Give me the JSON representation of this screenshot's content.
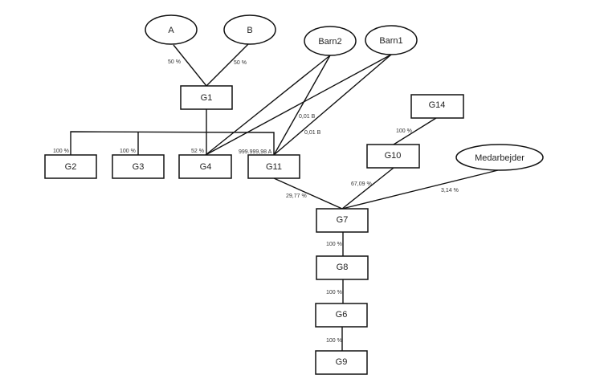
{
  "diagram": {
    "title": "Ownership structure",
    "nodes": {
      "a": {
        "label": "A",
        "shape": "ellipse"
      },
      "b": {
        "label": "B",
        "shape": "ellipse"
      },
      "barn2": {
        "label": "Barn2",
        "shape": "ellipse"
      },
      "barn1": {
        "label": "Barn1",
        "shape": "ellipse"
      },
      "medarbejder": {
        "label": "Medarbejder",
        "shape": "ellipse"
      },
      "g1": {
        "label": "G1",
        "shape": "rect"
      },
      "g2": {
        "label": "G2",
        "shape": "rect"
      },
      "g3": {
        "label": "G3",
        "shape": "rect"
      },
      "g4": {
        "label": "G4",
        "shape": "rect"
      },
      "g11": {
        "label": "G11",
        "shape": "rect"
      },
      "g14": {
        "label": "G14",
        "shape": "rect"
      },
      "g10": {
        "label": "G10",
        "shape": "rect"
      },
      "g7": {
        "label": "G7",
        "shape": "rect"
      },
      "g8": {
        "label": "G8",
        "shape": "rect"
      },
      "g6": {
        "label": "G6",
        "shape": "rect"
      },
      "g9": {
        "label": "G9",
        "shape": "rect"
      }
    },
    "edges": {
      "a_g1": {
        "from": "A",
        "to": "G1",
        "label": "50 %"
      },
      "b_g1": {
        "from": "B",
        "to": "G1",
        "label": "50 %"
      },
      "g1_g2": {
        "from": "G1",
        "to": "G2",
        "label": "100 %"
      },
      "g1_g3": {
        "from": "G1",
        "to": "G3",
        "label": "100 %"
      },
      "g1_g4": {
        "from": "G1",
        "to": "G4",
        "label": "52 %"
      },
      "g1_g11": {
        "from": "G1",
        "to": "G11",
        "label": "999.999,98 A"
      },
      "barn2_g4": {
        "from": "Barn2",
        "to": "G4",
        "label": ""
      },
      "barn2_g11": {
        "from": "Barn2",
        "to": "G11",
        "label": "0,01 B"
      },
      "barn1_g4": {
        "from": "Barn1",
        "to": "G4",
        "label": ""
      },
      "barn1_g11": {
        "from": "Barn1",
        "to": "G11",
        "label": "0,01 B"
      },
      "g14_g10": {
        "from": "G14",
        "to": "G10",
        "label": "100 %"
      },
      "g10_g7": {
        "from": "G10",
        "to": "G7",
        "label": "67,09 %"
      },
      "medarbejder_g7": {
        "from": "Medarbejder",
        "to": "G7",
        "label": "3,14 %"
      },
      "g11_g7": {
        "from": "G11",
        "to": "G7",
        "label": "29,77 %"
      },
      "g7_g8": {
        "from": "G7",
        "to": "G8",
        "label": "100 %"
      },
      "g8_g6": {
        "from": "G8",
        "to": "G6",
        "label": "100 %"
      },
      "g6_g9": {
        "from": "G6",
        "to": "G9",
        "label": "100 %"
      }
    }
  }
}
